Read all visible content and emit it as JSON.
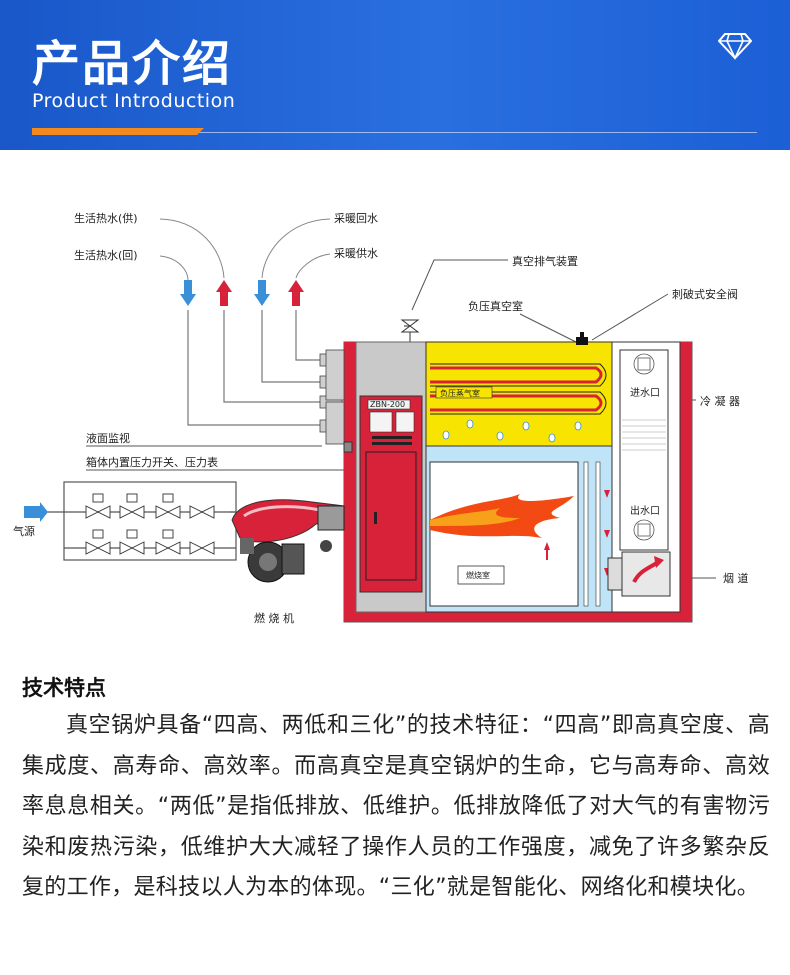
{
  "header": {
    "title": "产品介绍",
    "subtitle": "Product Introduction"
  },
  "diagram": {
    "labels": {
      "hot_water_supply": "生活热水(供)",
      "hot_water_return": "生活热水(回)",
      "heating_return": "采暖回水",
      "heating_supply": "采暖供水",
      "vacuum_exhaust": "真空排气装置",
      "negative_pressure_chamber": "负压真空室",
      "rupture_safety_valve": "刺破式安全阀",
      "water_inlet": "进水口",
      "condenser": "冷 凝 器",
      "level_monitor": "液面监视",
      "pressure_switch": "箱体内置压力开关、压力表",
      "gas_source": "气源",
      "water_outlet": "出水口",
      "flue": "烟 道",
      "combustion_chamber": "燃烧室",
      "burner": "燃 烧 机",
      "steam_chamber_label": "负压蒸气室",
      "panel_label": "ZBN-200"
    },
    "colors": {
      "shell": "#d7223a",
      "steam_zone": "#f7e400",
      "water_zone": "#bfe3f7",
      "flame": "#f24a12",
      "arrow_up": "#d7223a",
      "arrow_down": "#3a8fd9"
    }
  },
  "features": {
    "title": "技术特点",
    "text": "真空锅炉具备“四高、两低和三化”的技术特征：“四高”即高真空度、高集成度、高寿命、高效率。而高真空是真空锅炉的生命，它与高寿命、高效率息息相关。“两低”是指低排放、低维护。低排放降低了对大气的有害物污染和废热污染，低维护大大减轻了操作人员的工作强度，减免了许多繁杂反复的工作，是科技以人为本的体现。“三化”就是智能化、网络化和模块化。"
  }
}
